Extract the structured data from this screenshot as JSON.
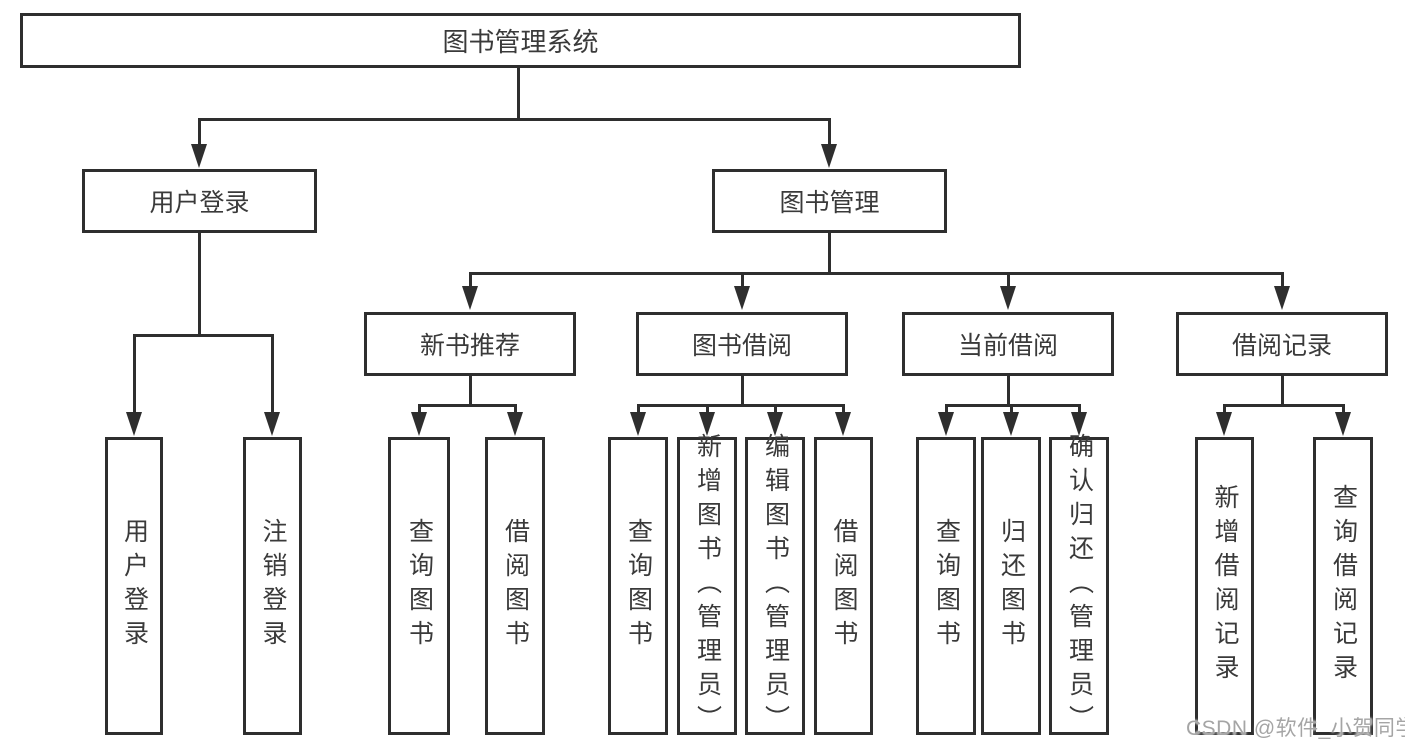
{
  "colors": {
    "line": "#2e2e2e",
    "text": "#3a3a3a",
    "watermark": "#a5a5a5"
  },
  "diagram": {
    "root": {
      "label": "图书管理系统"
    },
    "branches": [
      {
        "label": "用户登录",
        "children": [
          {
            "label": "用户登录"
          },
          {
            "label": "注销登录"
          }
        ]
      },
      {
        "label": "图书管理",
        "children": [
          {
            "label": "新书推荐",
            "children": [
              {
                "label": "查询图书"
              },
              {
                "label": "借阅图书"
              }
            ]
          },
          {
            "label": "图书借阅",
            "children": [
              {
                "label": "查询图书"
              },
              {
                "label": "新增图书（管理员）"
              },
              {
                "label": "编辑图书（管理员）"
              },
              {
                "label": "借阅图书"
              }
            ]
          },
          {
            "label": "当前借阅",
            "children": [
              {
                "label": "查询图书"
              },
              {
                "label": "归还图书"
              },
              {
                "label": "确认归还（管理员）"
              }
            ]
          },
          {
            "label": "借阅记录",
            "children": [
              {
                "label": "新增借阅记录"
              },
              {
                "label": "查询借阅记录"
              }
            ]
          }
        ]
      }
    ]
  },
  "watermark": {
    "text": "CSDN @软件_小贺同学"
  }
}
